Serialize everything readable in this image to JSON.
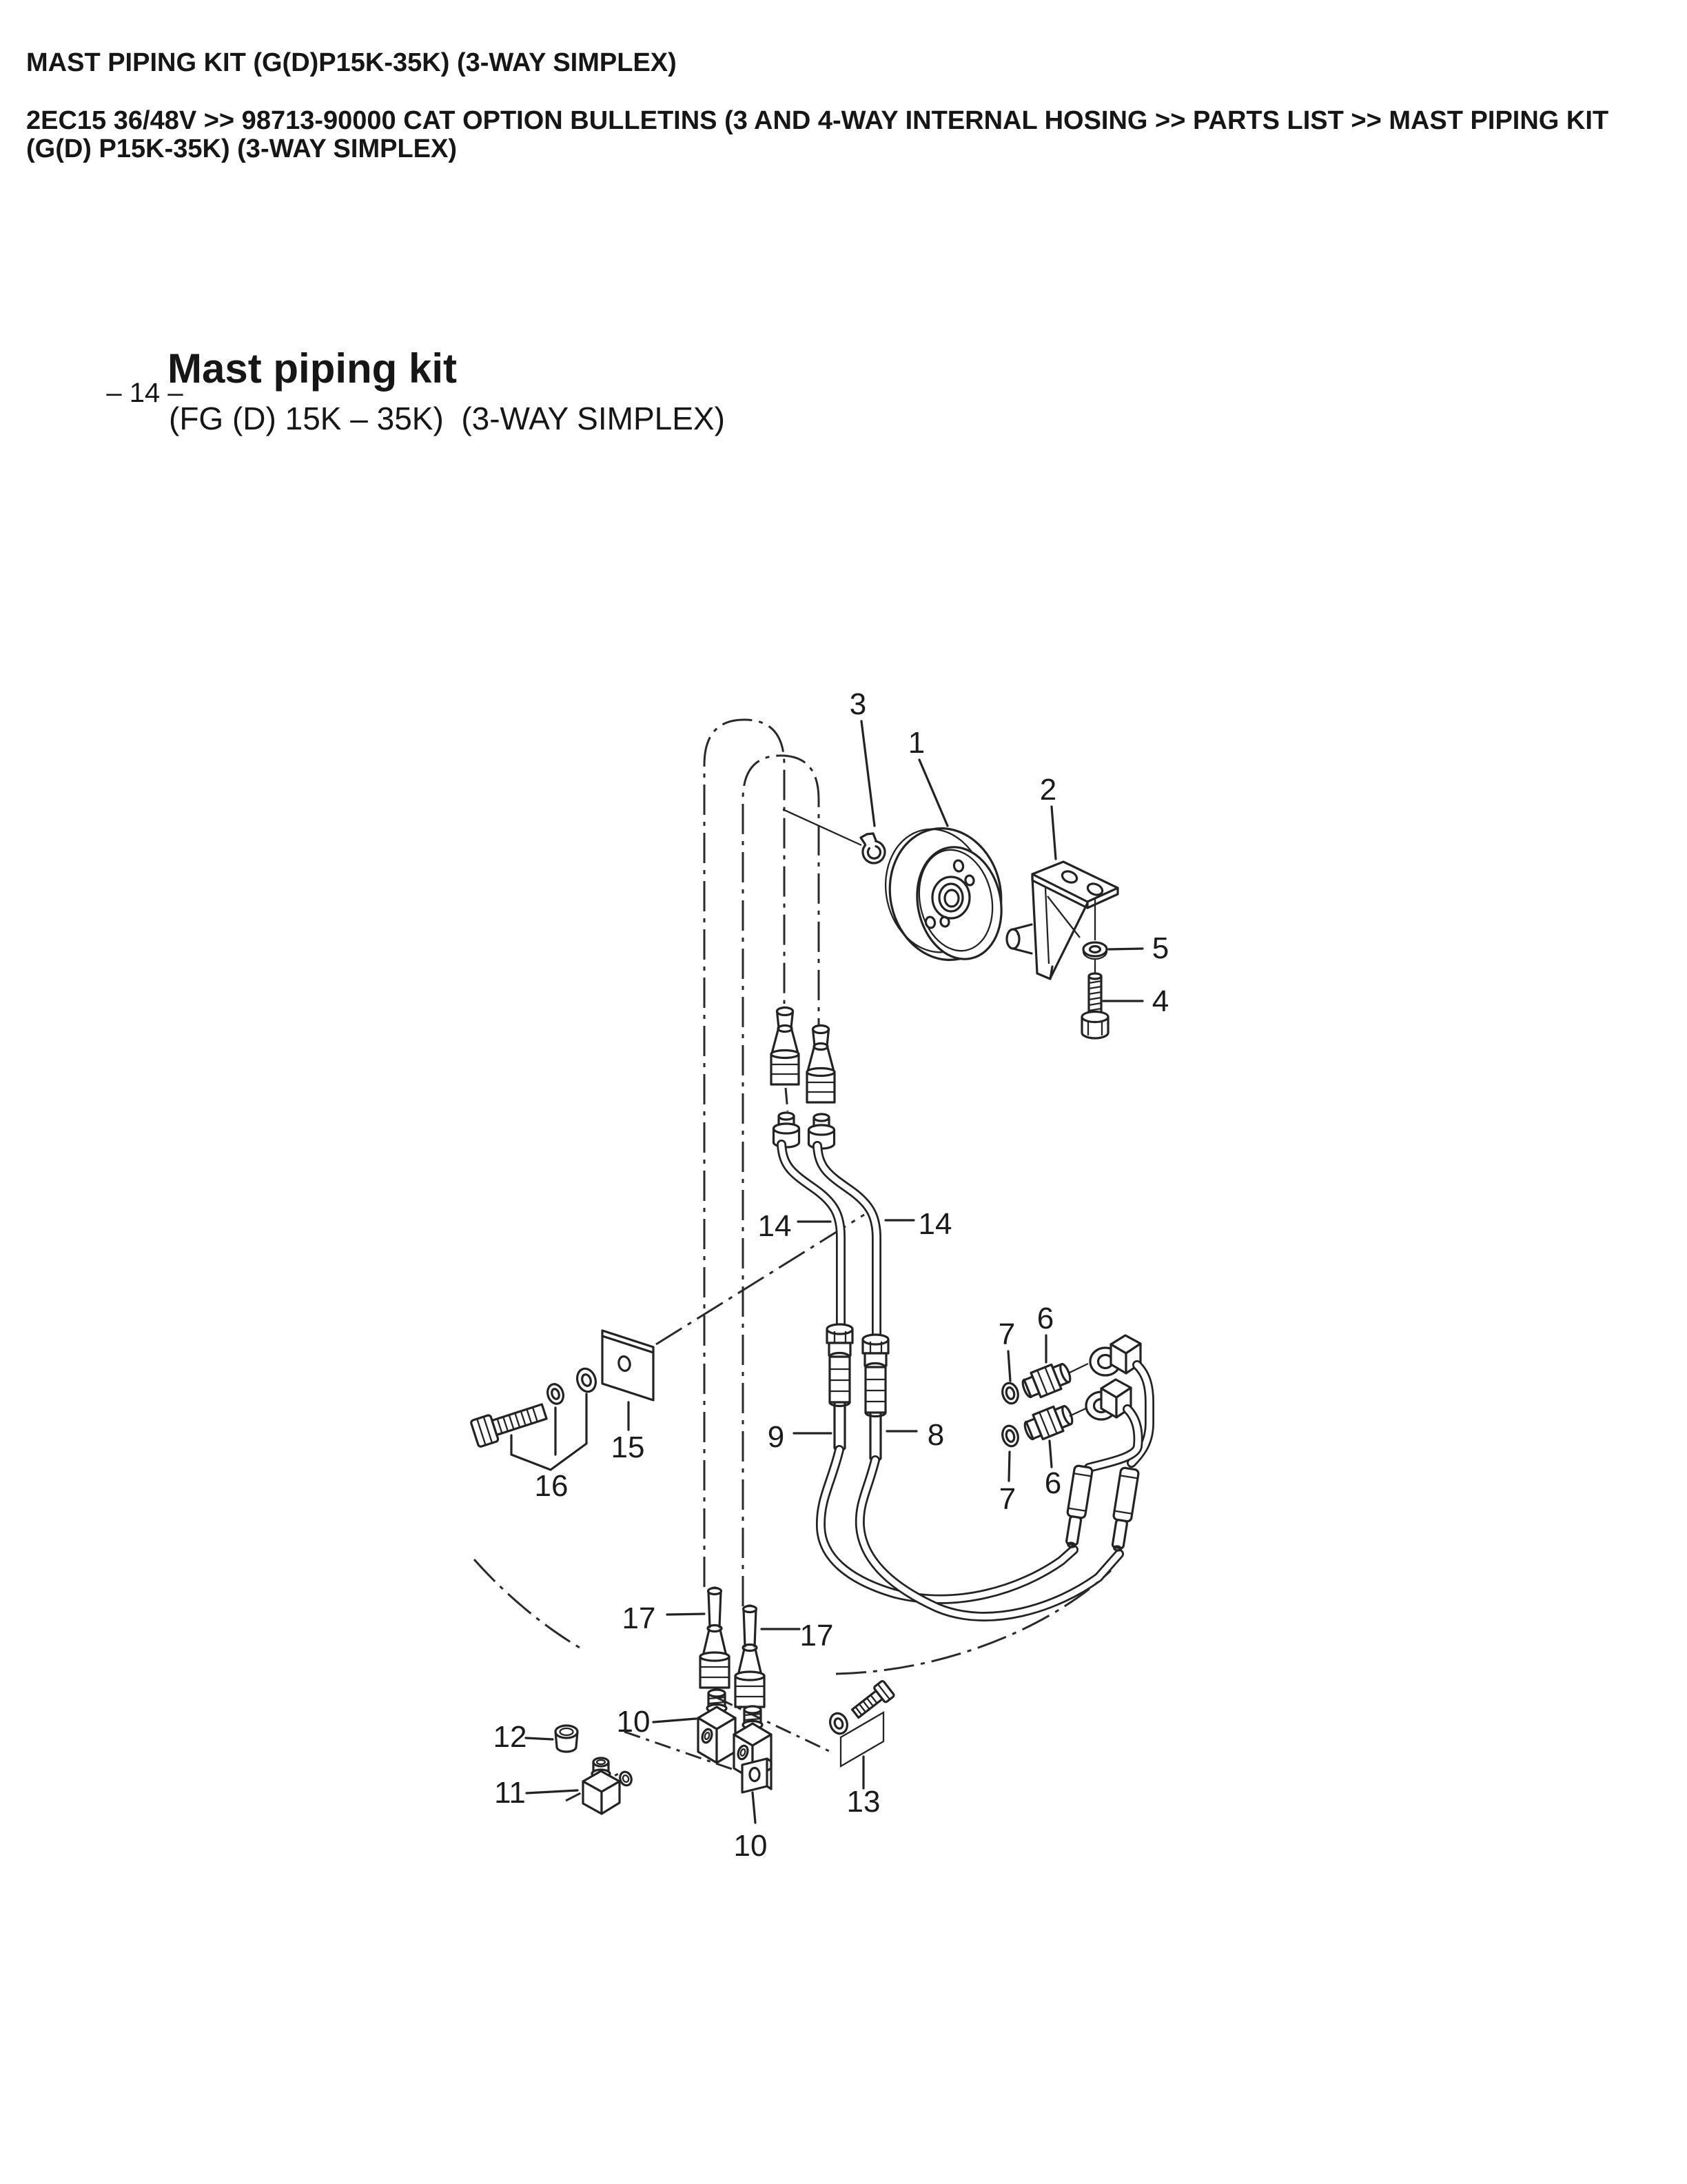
{
  "page": {
    "header_title": "MAST PIPING KIT (G(D)P15K-35K) (3-WAY SIMPLEX)",
    "breadcrumb": "2EC15 36/48V >> 98713-90000 CAT OPTION BULLETINS (3 AND 4-WAY INTERNAL HOSING >> PARTS LIST >> MAST PIPING KIT (G(D) P15K-35K) (3-WAY SIMPLEX)"
  },
  "figure": {
    "page_number_marker": "– 14 –",
    "title": "Mast piping kit",
    "subtitle": "(FG (D) 15K – 35K)  (3-WAY SIMPLEX)"
  },
  "diagram": {
    "callouts": {
      "c1": "1",
      "c2": "2",
      "c3": "3",
      "c4": "4",
      "c5": "5",
      "c6a": "6",
      "c6b": "6",
      "c7a": "7",
      "c7b": "7",
      "c8": "8",
      "c9": "9",
      "c10a": "10",
      "c10b": "10",
      "c11": "11",
      "c12": "12",
      "c13": "13",
      "c14a": "14",
      "c14b": "14",
      "c15": "15",
      "c16": "16",
      "c17a": "17",
      "c17b": "17"
    }
  }
}
